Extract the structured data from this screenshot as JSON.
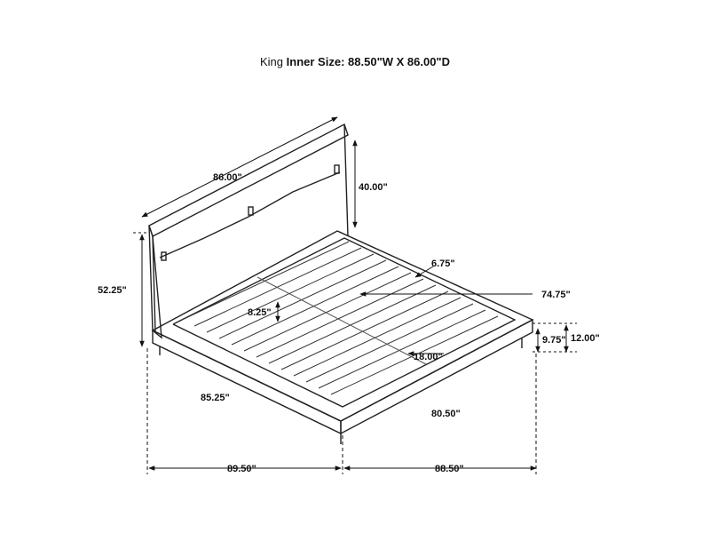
{
  "title": {
    "prefix": "King",
    "label": "Inner Size:",
    "value": "88.50\"W X 86.00\"D"
  },
  "dimensions": {
    "headboard_width": "86.00\"",
    "headboard_height": "40.00\"",
    "overall_height": "52.25\"",
    "slat_spacing": "6.75\"",
    "inner_length": "74.75\"",
    "slat_height": "8.25\"",
    "rail_height": "9.75\"",
    "frame_height": "12.00\"",
    "clearance": "18.00\"",
    "side_length": "85.25\"",
    "front_length": "80.50\"",
    "overall_depth": "89.50\"",
    "overall_width": "88.50\""
  }
}
